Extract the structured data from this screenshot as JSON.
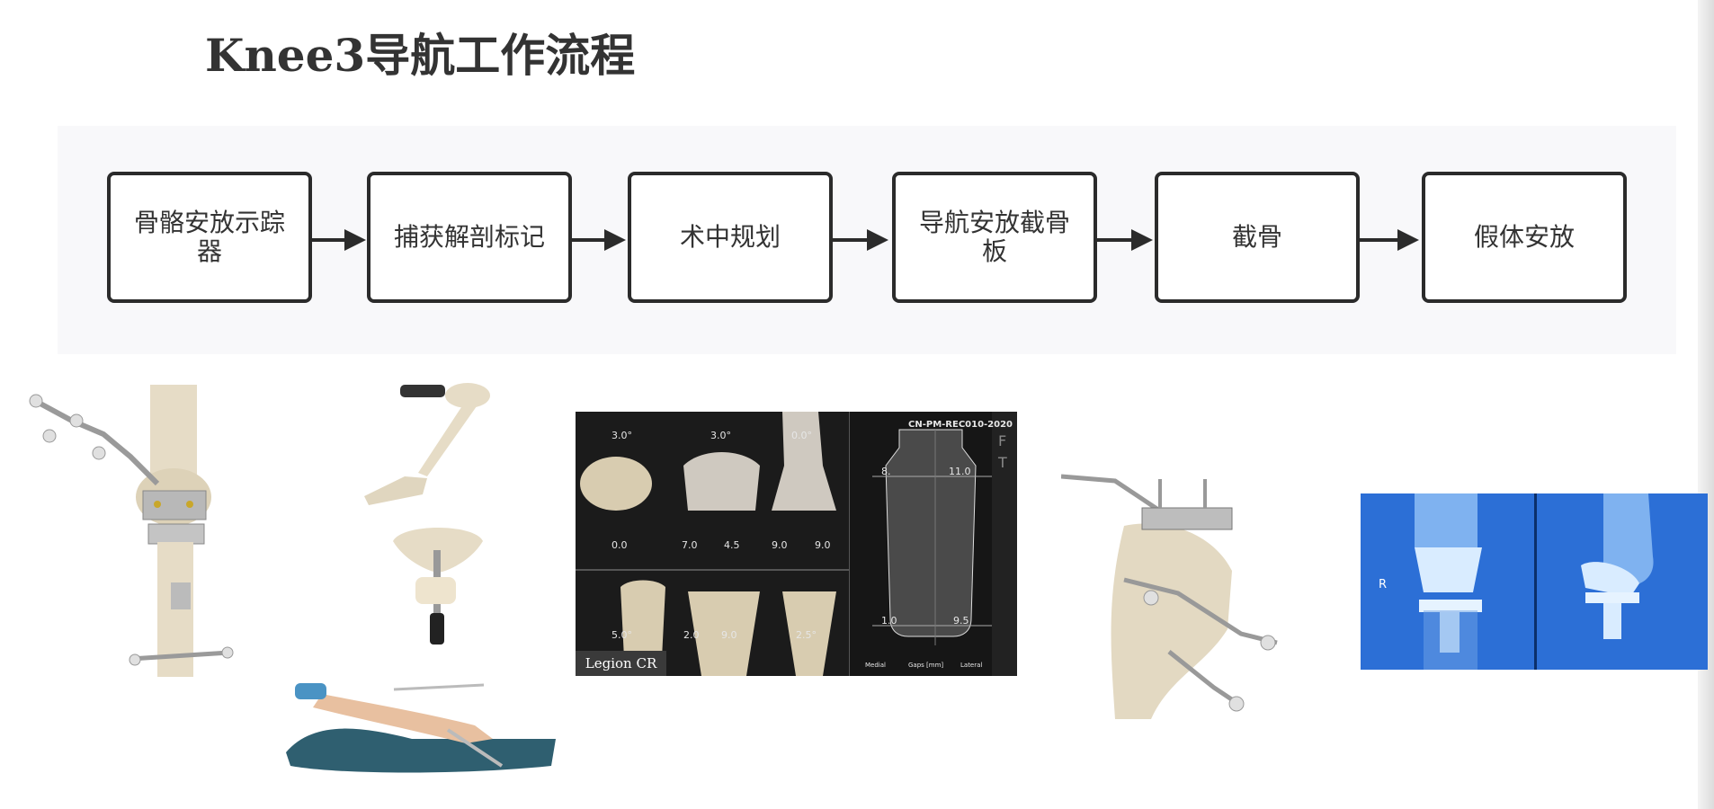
{
  "title": "Knee3导航工作流程",
  "workflow": {
    "steps": [
      {
        "label": "骨骼安放示踪器"
      },
      {
        "label": "捕获解剖标记"
      },
      {
        "label": "术中规划"
      },
      {
        "label": "导航安放截骨板"
      },
      {
        "label": "截骨"
      },
      {
        "label": "假体安放"
      }
    ]
  },
  "nav_screen": {
    "case_id": "CN-PM-REC010-2020",
    "implant_label": "Legion CR",
    "femur_values": {
      "flex": "3.0°",
      "varus": "3.0°",
      "rot": "0.0°",
      "ant": "0.0",
      "med_dist": "7.0",
      "lat_dist": "4.5",
      "med_post": "9.0",
      "lat_post": "9.0"
    },
    "tibia_values": {
      "slope": "5.0°",
      "med_resect": "2.0",
      "lat_resect": "9.0",
      "varus": "2.5°"
    },
    "gap_values": {
      "top_med": "8.",
      "top_lat": "11.0",
      "bottom_med": "1.0",
      "bottom_lat": "9.5"
    },
    "gap_axis": {
      "left": "Medial",
      "center": "Gaps [mm]",
      "right": "Lateral"
    },
    "side_letters": [
      "F",
      "T"
    ]
  },
  "xray": {
    "side_marker": "R"
  },
  "colors": {
    "title": "#333333",
    "panel_bg": "#f8f8fa",
    "box_border": "#2b2b2b",
    "xray_blue": "#2c6fd6",
    "bone": "#e9e1cf"
  }
}
